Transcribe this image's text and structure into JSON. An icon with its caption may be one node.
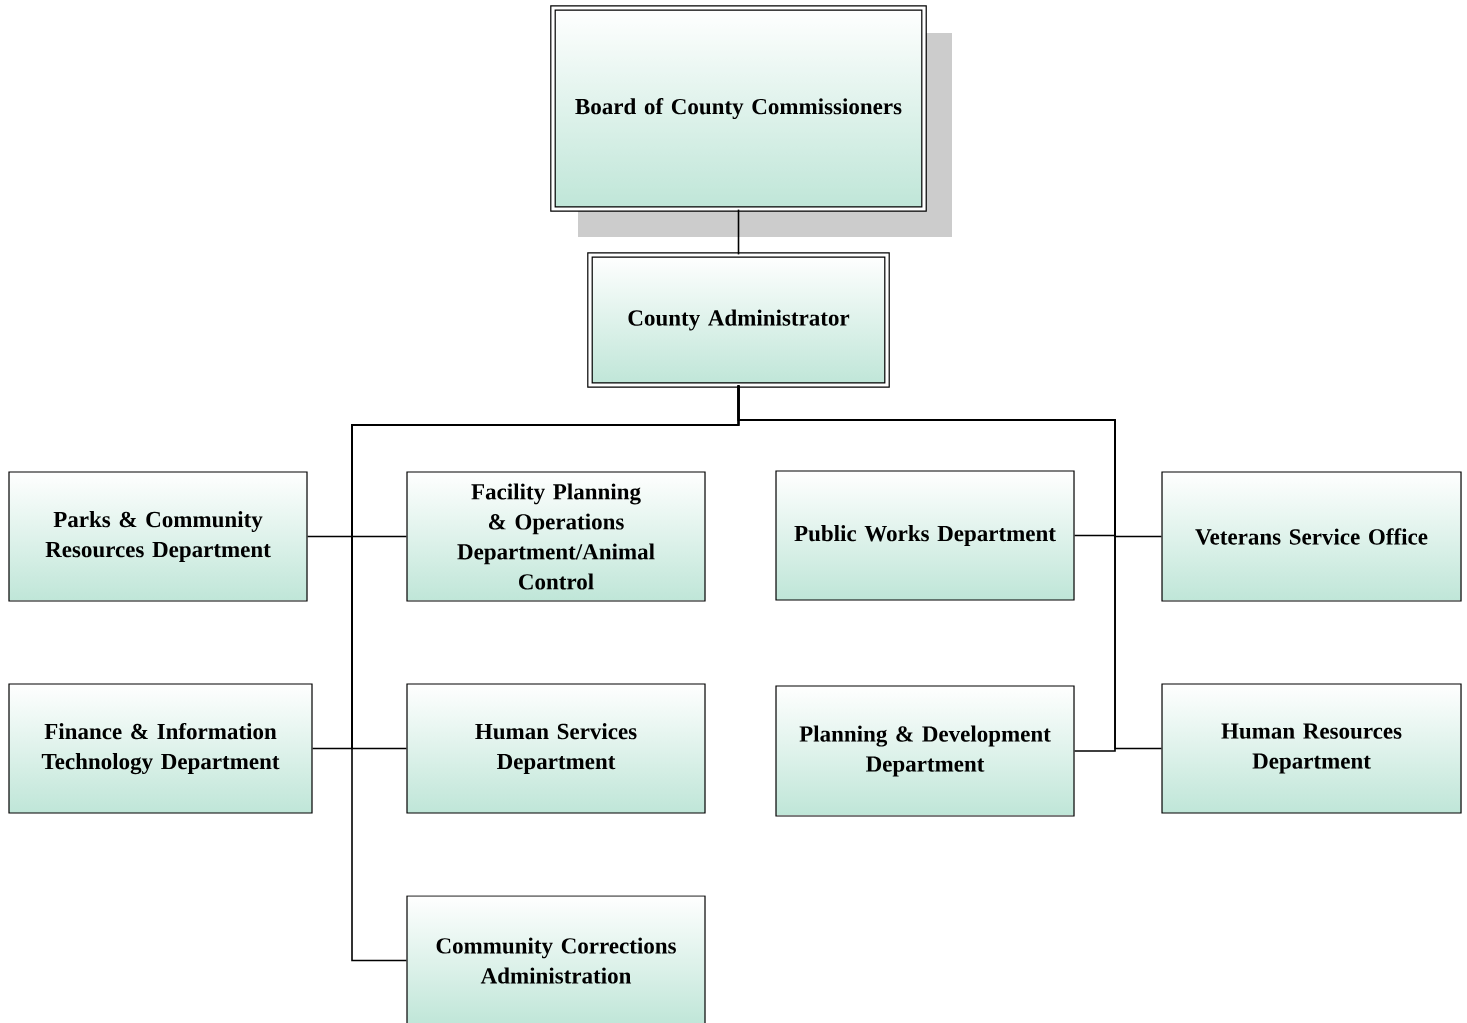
{
  "diagram": {
    "nodes": [
      {
        "text": [
          "Board of County Commissioners"
        ]
      },
      {
        "text": [
          "County Administrator"
        ]
      },
      {
        "text": [
          "Parks & Community Resources Department"
        ]
      },
      {
        "text": [
          "Facility Planning & Operations Department/Animal Control"
        ]
      },
      {
        "text": [
          "Public Works Department"
        ]
      },
      {
        "text": [
          "Veterans Service Office"
        ]
      },
      {
        "text": [
          "Finance & Information Technology Department"
        ]
      },
      {
        "text": [
          "Human Services Department"
        ]
      },
      {
        "text": [
          "Planning & Development Department"
        ]
      },
      {
        "text": [
          "Human Resources Department"
        ]
      },
      {
        "text": [
          "Community Corrections Administration"
        ]
      }
    ],
    "edges": [
      {
        "from": 0,
        "to": 1,
        "arrow": "none"
      },
      {
        "from": 1,
        "to": 2,
        "arrow": "none"
      },
      {
        "from": 1,
        "to": 3,
        "arrow": "none"
      },
      {
        "from": 1,
        "to": 4,
        "arrow": "none"
      },
      {
        "from": 1,
        "to": 5,
        "arrow": "none"
      },
      {
        "from": 1,
        "to": 6,
        "arrow": "none"
      },
      {
        "from": 1,
        "to": 7,
        "arrow": "none"
      },
      {
        "from": 1,
        "to": 8,
        "arrow": "none"
      },
      {
        "from": 1,
        "to": 9,
        "arrow": "none"
      },
      {
        "from": 1,
        "to": 10,
        "arrow": "none"
      }
    ]
  }
}
